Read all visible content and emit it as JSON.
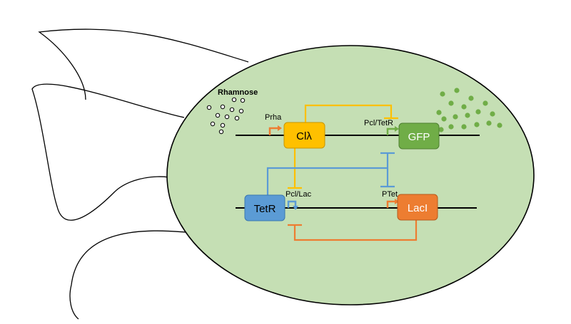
{
  "labels": {
    "rhamnose": "Rhamnose",
    "prha": "Prha",
    "pcl_tetr": "Pcl/TetR",
    "pcl_lac": "Pcl/Lac",
    "ptet": "PTet"
  },
  "genes": {
    "cl": "Clλ",
    "gfp": "GFP",
    "tetr": "TetR",
    "laci": "LacI"
  },
  "colors": {
    "cell_fill": "#c5dfb4",
    "cl": "#ffc000",
    "gfp": "#70ad47",
    "tetr": "#5b9bd5",
    "laci": "#ed7d31",
    "cl_line": "#ffc000",
    "tetr_line": "#5b9bd5",
    "laci_line": "#ed7d31"
  }
}
